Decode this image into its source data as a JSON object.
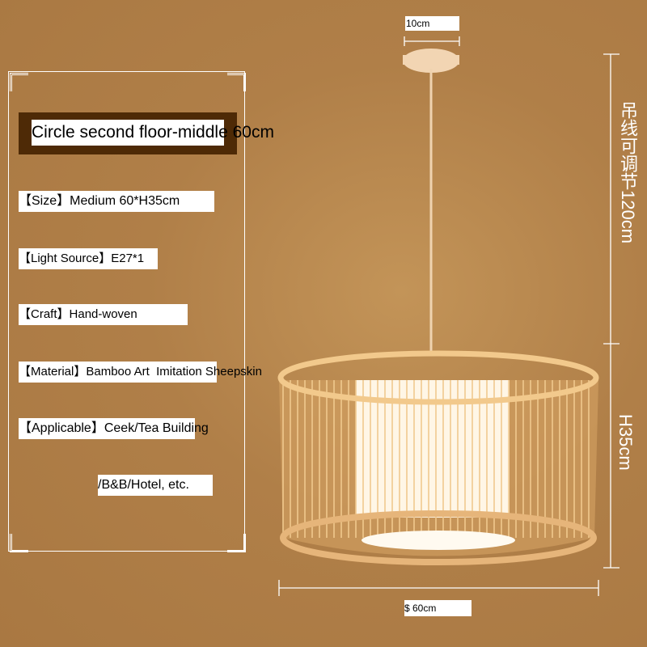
{
  "title": "Circle second floor-middle 60cm",
  "specs": [
    {
      "label": "【Size】",
      "value": "Medium 60*H35cm"
    },
    {
      "label": "【Light Source】",
      "value": "E27*1"
    },
    {
      "label": "【Craft】",
      "value": "Hand-woven"
    },
    {
      "label": "【Material】",
      "value": "Bamboo Art  Imitation Sheepskin"
    },
    {
      "label": "【Applicable】",
      "value": "Ceek/Tea Building"
    }
  ],
  "applicable_cont": "/B&B/Hotel, etc.",
  "dimensions": {
    "canopy": "10cm",
    "cord": "吊线可调节120cm",
    "height": "H35cm",
    "diameter": "$ 60cm"
  },
  "colors": {
    "background": "#ac7b45",
    "title_bg": "#4e2a06"
  }
}
